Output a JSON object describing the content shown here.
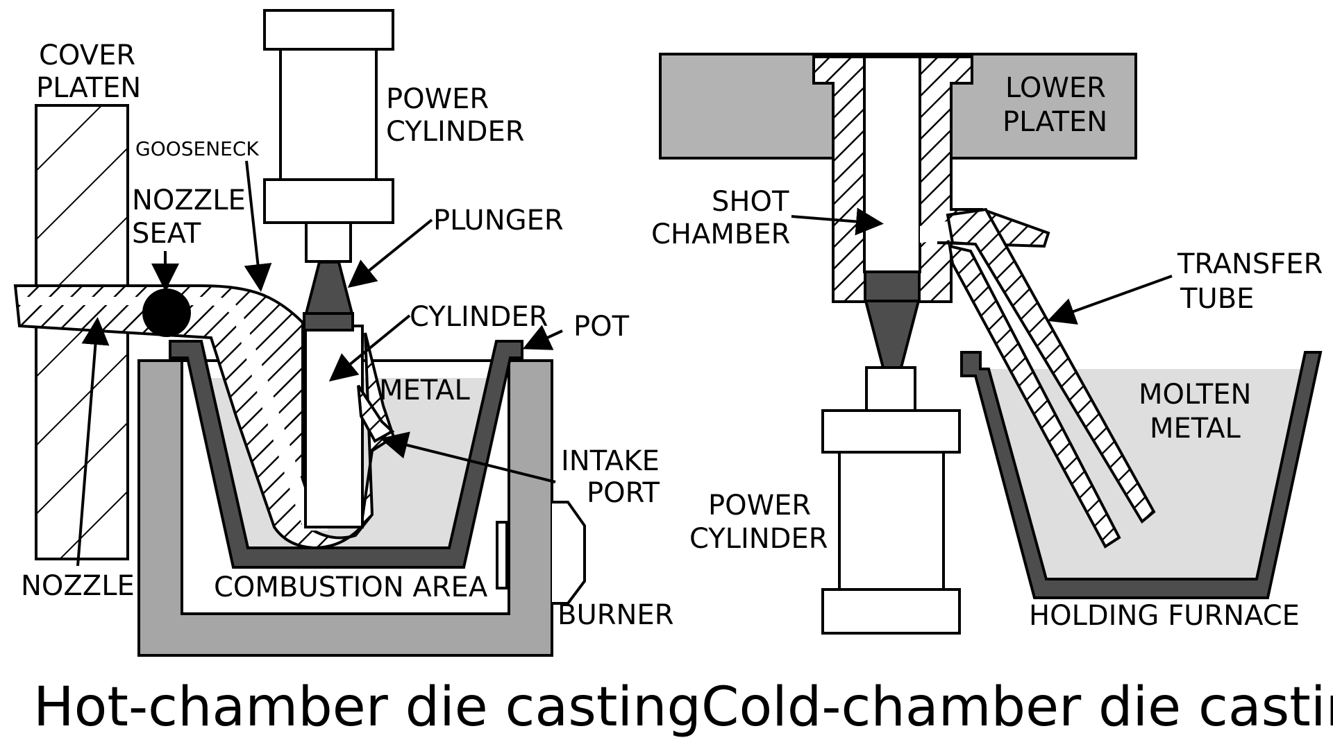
{
  "hot_chamber": {
    "title": "Hot-chamber die casting",
    "labels": {
      "cover_platen": [
        "COVER",
        "PLATEN"
      ],
      "gooseneck": "GOOSENECK",
      "nozzle_seat": [
        "NOZZLE",
        "SEAT"
      ],
      "power_cylinder": [
        "POWER",
        "CYLINDER"
      ],
      "plunger": "PLUNGER",
      "cylinder": "CYLINDER",
      "pot": "POT",
      "metal": "METAL",
      "intake_port": [
        "INTAKE",
        "PORT"
      ],
      "nozzle": "NOZZLE",
      "combustion_area": "COMBUSTION AREA",
      "burner": "BURNER"
    }
  },
  "cold_chamber": {
    "title": "Cold-chamber die casting",
    "labels": {
      "lower_platen": [
        "LOWER",
        "PLATEN"
      ],
      "shot_chamber": [
        "SHOT",
        "CHAMBER"
      ],
      "transfer_tube": [
        "TRANSFER",
        "TUBE"
      ],
      "molten_metal": [
        "MOLTEN",
        "METAL"
      ],
      "power_cylinder": [
        "POWER",
        "CYLINDER"
      ],
      "holding_furnace": "HOLDING FURNACE"
    }
  },
  "colors": {
    "outline": "#000000",
    "dark_wall": "#4d4d4d",
    "mid_gray": "#a6a6a6",
    "platen_gray": "#b3b3b3",
    "metal_fill": "#dedede",
    "background": "#ffffff"
  }
}
